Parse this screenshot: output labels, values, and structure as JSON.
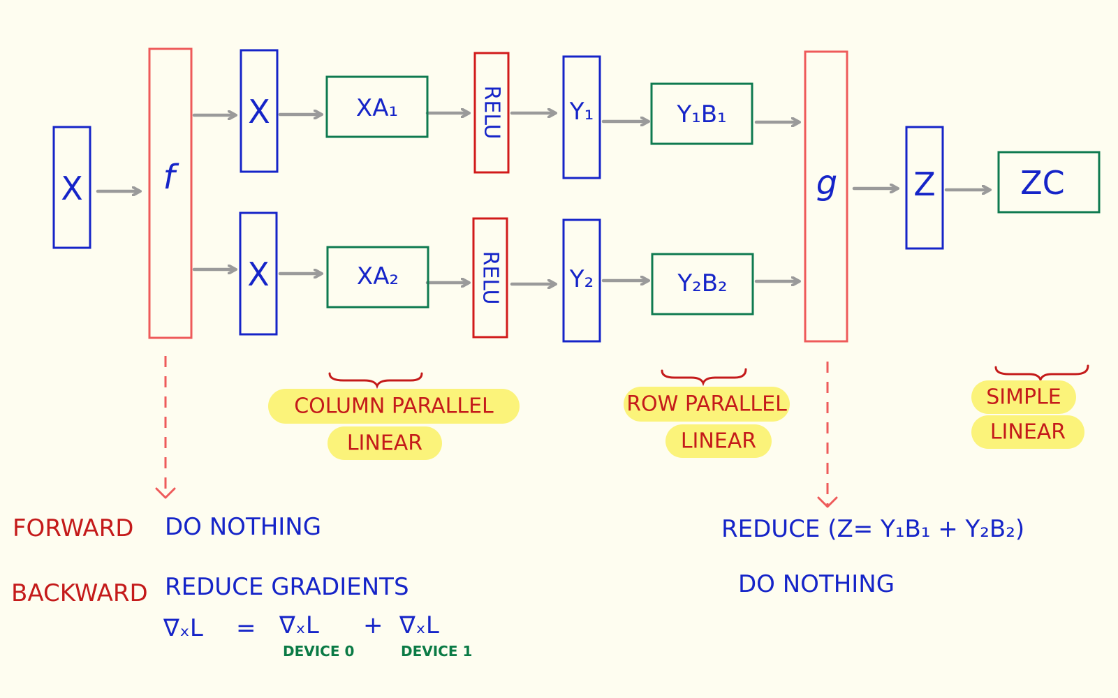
{
  "colors": {
    "background": "#fefdf0",
    "blue": "#1524c8",
    "red_box": "#ee5a5a",
    "relu_box": "#d11a1a",
    "green": "#0f7a50",
    "arrow": "#9a9a9a",
    "highlight": "#fbf37a",
    "red_text": "#c41a1a",
    "green_text": "#0a7a45"
  },
  "nodes": {
    "input_x": "X",
    "f": "f",
    "x_top": "X",
    "x_bottom": "X",
    "xa1": "XA₁",
    "xa2": "XA₂",
    "relu_top": "RELU",
    "relu_bottom": "RELU",
    "y1": "Y₁",
    "y2": "Y₂",
    "y1b1": "Y₁B₁",
    "y2b2": "Y₂B₂",
    "g": "g",
    "z": "Z",
    "zc": "ZC"
  },
  "labels": {
    "column_parallel_1": "COLUMN PARALLEL",
    "column_parallel_2": "LINEAR",
    "row_parallel_1": "ROW PARALLEL",
    "row_parallel_2": "LINEAR",
    "simple_1": "SIMPLE",
    "simple_2": "LINEAR"
  },
  "notes": {
    "forward_label": "FORWARD",
    "backward_label": "BACKWARD",
    "f_forward": "DO NOTHING",
    "f_backward": "REDUCE GRADIENTS",
    "grad_lhs": "∇ₓL",
    "grad_eq": "=",
    "grad_term_0": "∇ₓL",
    "grad_plus": "+",
    "grad_term_1": "∇ₓL",
    "device_0": "DEVICE 0",
    "device_1": "DEVICE 1",
    "g_forward": "REDUCE (Z= Y₁B₁ + Y₂B₂)",
    "g_backward": "DO NOTHING"
  }
}
